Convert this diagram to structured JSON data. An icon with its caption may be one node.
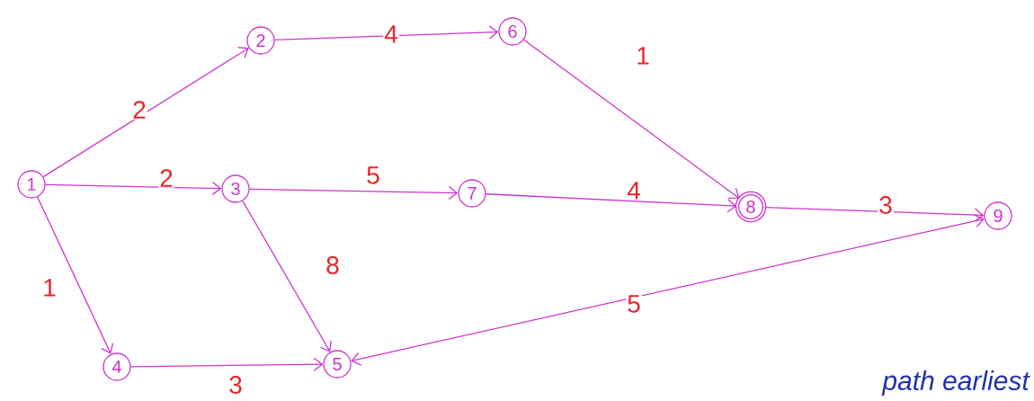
{
  "diagram": {
    "nodes": [
      {
        "text": [
          "1"
        ]
      },
      {
        "text": [
          "2"
        ]
      },
      {
        "text": [
          "6"
        ]
      },
      {
        "text": [
          "3"
        ]
      },
      {
        "text": [
          "7"
        ]
      },
      {
        "text": [
          "8"
        ]
      },
      {
        "text": [
          "9"
        ]
      },
      {
        "text": [
          "4"
        ]
      },
      {
        "text": [
          "5"
        ]
      }
    ],
    "edges": [
      {
        "from": 0,
        "to": 1,
        "arrow": "to",
        "label": "2"
      },
      {
        "from": 1,
        "to": 2,
        "arrow": "to",
        "label": "4"
      },
      {
        "from": 2,
        "to": 5,
        "arrow": "to",
        "label": "1"
      },
      {
        "from": 0,
        "to": 3,
        "arrow": "to",
        "label": "2"
      },
      {
        "from": 3,
        "to": 4,
        "arrow": "to",
        "label": "5"
      },
      {
        "from": 4,
        "to": 5,
        "arrow": "to",
        "label": "4"
      },
      {
        "from": 5,
        "to": 6,
        "arrow": "to",
        "label": "3"
      },
      {
        "from": 0,
        "to": 7,
        "arrow": "to",
        "label": "1"
      },
      {
        "from": 3,
        "to": 8,
        "arrow": "to",
        "label": "8"
      },
      {
        "from": 7,
        "to": 8,
        "arrow": "to",
        "label": "3"
      },
      {
        "from": 6,
        "to": 8,
        "arrow": "both",
        "label": "5"
      }
    ],
    "labels": [
      "path earliest"
    ]
  }
}
